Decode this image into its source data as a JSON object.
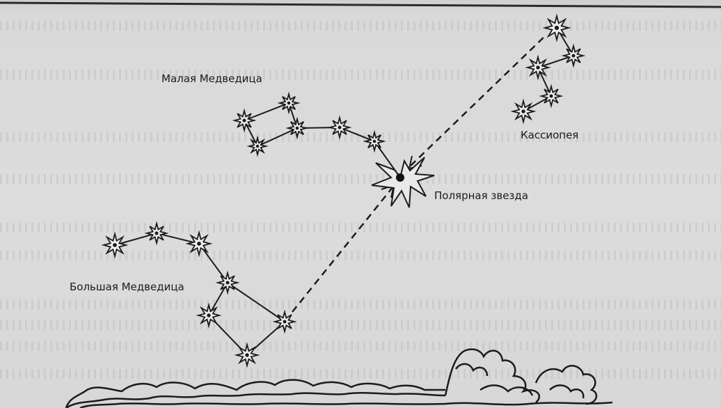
{
  "labels": {
    "ursa_minor": "Малая Медведица",
    "polaris": "Полярная звезда",
    "cassiopeia": "Кассиопея",
    "ursa_major": "Большая Медведица"
  },
  "colors": {
    "ink": "#1b1b1b",
    "paper": "#d9d9d9",
    "star_fill": "#efefef"
  }
}
